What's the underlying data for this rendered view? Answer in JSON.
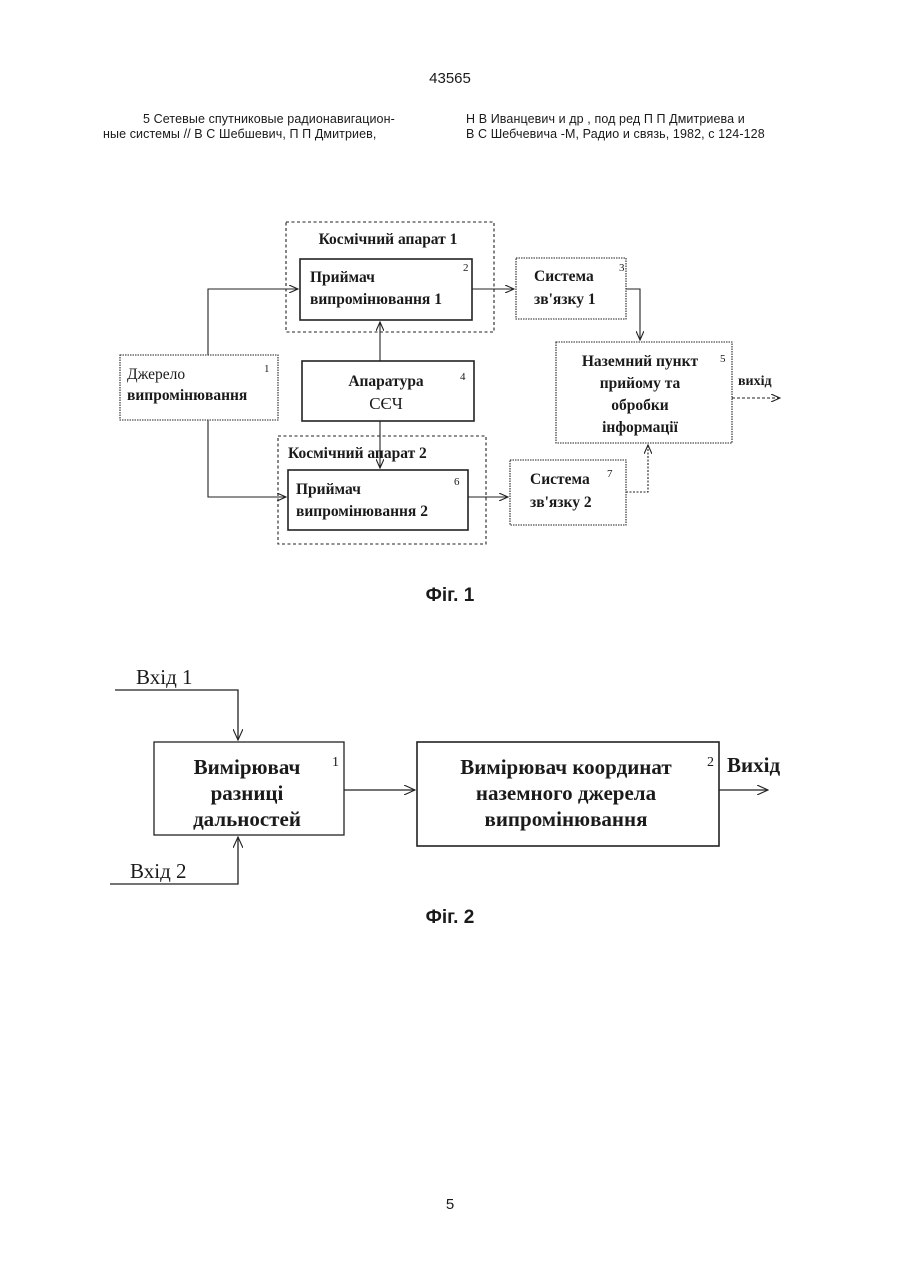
{
  "header": {
    "page_number": "43565"
  },
  "references": {
    "left_line1": "5 Сетевые спутниковые радионавигацион-",
    "left_line2": "ные системы // В С  Шебшевич,  П П Дмитриев,",
    "right_line1": "Н В Иванцевич и др , под ред П П Дмитриева и",
    "right_line2": "В С Шебчевича -М, Радио и связь, 1982, с 124-128"
  },
  "fig1": {
    "caption": "Фіг. 1",
    "spacecraft1_label": "Космічний апарат 1",
    "spacecraft2_label": "Космічний апарат 2",
    "receiver1": {
      "line1": "Приймач",
      "line2": "випромінювання 1",
      "num": "2"
    },
    "comm1": {
      "line1": "Система",
      "line2": "зв'язку 1",
      "num": "3"
    },
    "source": {
      "line1": "Джерело",
      "line2": "випромінювання",
      "num": "1"
    },
    "equipment": {
      "line1": "Апаратура",
      "line2": "СЄЧ",
      "num": "4"
    },
    "ground": {
      "line1": "Наземний пункт",
      "line2": "прийому та",
      "line3": "обробки",
      "line4": "інформації",
      "num": "5"
    },
    "receiver2": {
      "line1": "Приймач",
      "line2": "випромінювання 2",
      "num": "6"
    },
    "comm2": {
      "line1": "Система",
      "line2": "зв'язку 2",
      "num": "7"
    },
    "output_label": "вихід"
  },
  "fig2": {
    "caption": "Фіг. 2",
    "input1": "Вхід 1",
    "input2": "Вхід 2",
    "meter": {
      "line1": "Вимірювач",
      "line2": "разниці",
      "line3": "дальностей",
      "num": "1"
    },
    "coord": {
      "line1": "Вимірювач координат",
      "line2": "наземного джерела",
      "line3": "випромінювання",
      "num": "2"
    },
    "output_label": "Вихід"
  },
  "footer": {
    "page_number": "5"
  }
}
